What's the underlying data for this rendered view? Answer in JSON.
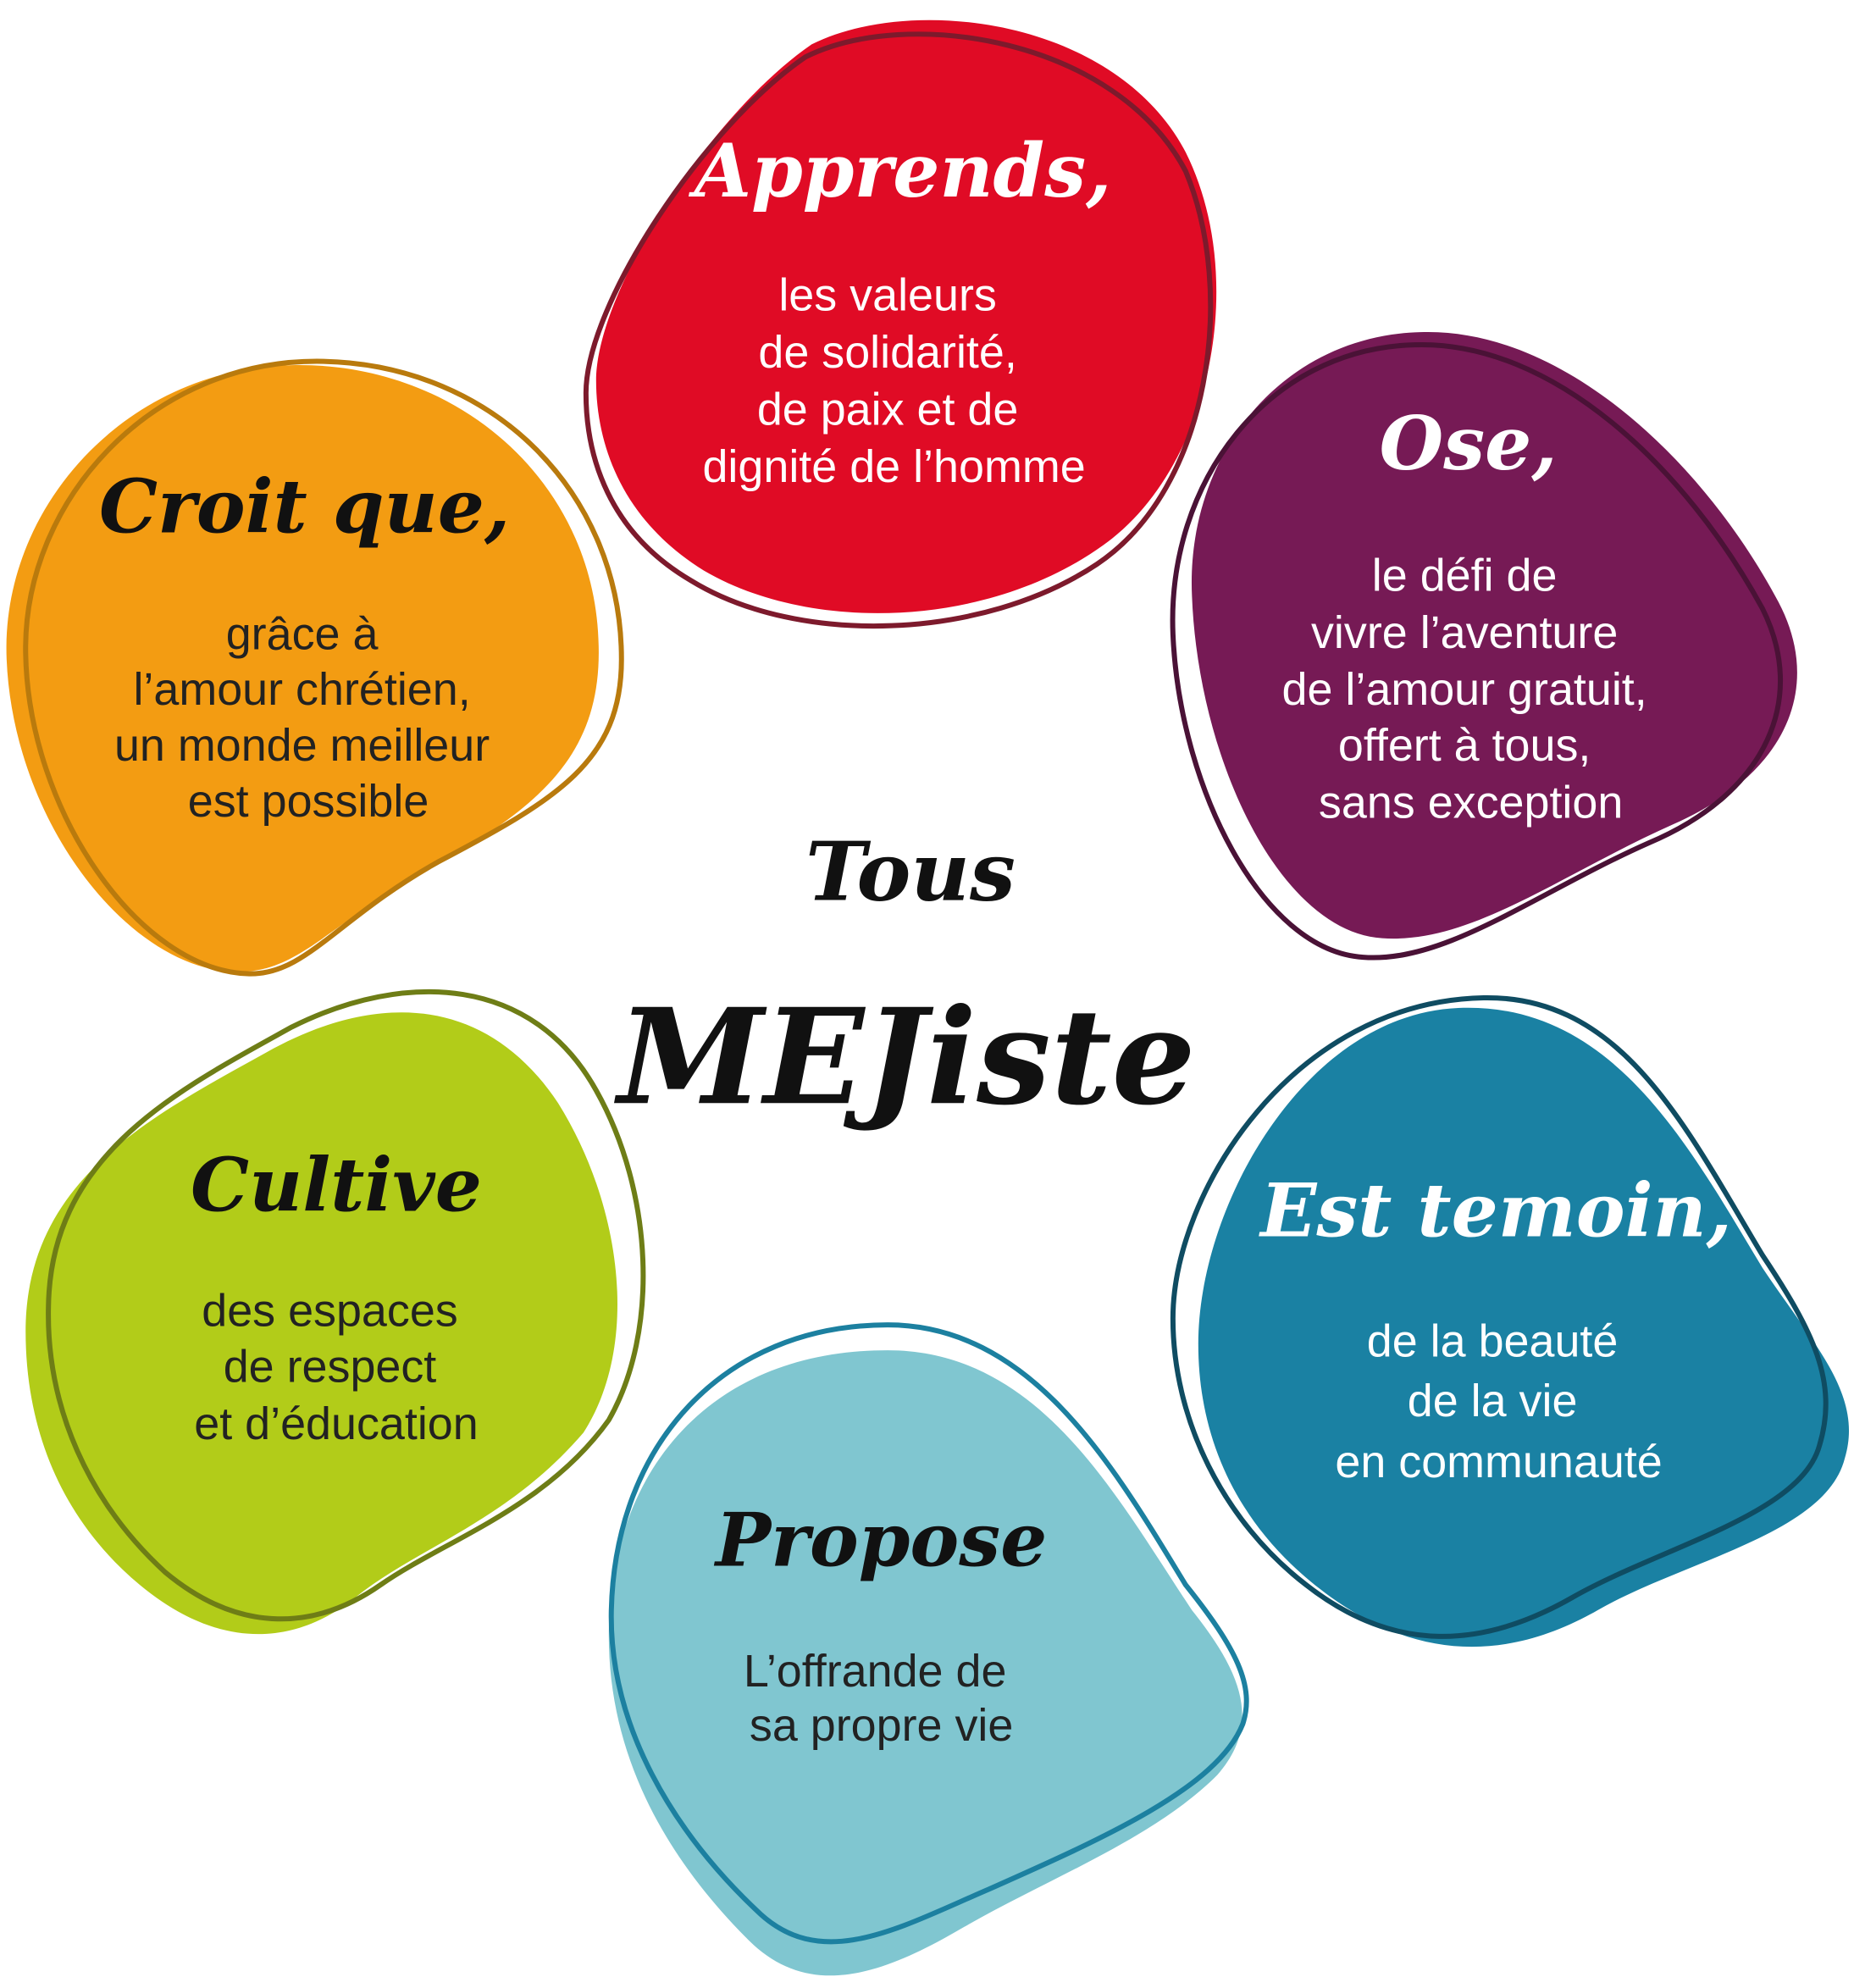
{
  "center": {
    "line1": "Tous",
    "line2": "MEJiste"
  },
  "colors": {
    "red": "#e00b25",
    "red_outline": "#7d1a2c",
    "purple": "#761a55",
    "purple_outline": "#4a1236",
    "orange": "#f39c12",
    "orange_outline": "#b97a0d",
    "green": "#b2cc19",
    "green_outline": "#6e7d16",
    "teal": "#1a81a3",
    "teal_outline": "#0f4c62",
    "lightblue": "#80c6d0",
    "lightblue_outline": "#1c80a0"
  },
  "petals": {
    "apprends": {
      "title": "Apprends,",
      "lines": [
        "les valeurs",
        "de solidarité,",
        "de paix et de",
        "dignité de l’homme"
      ]
    },
    "ose": {
      "title": "Ose,",
      "lines": [
        "le défi de",
        "vivre l’aventure",
        "de l’amour gratuit,",
        "offert à tous,",
        "sans exception"
      ]
    },
    "croit": {
      "title": "Croit que,",
      "lines": [
        "grâce à",
        "l’amour chrétien,",
        "un monde meilleur",
        "est possible"
      ]
    },
    "cultive": {
      "title": "Cultive",
      "lines": [
        "des espaces",
        "de respect",
        "et d’éducation"
      ]
    },
    "temoin": {
      "title": "Est temoin,",
      "lines": [
        "de la beauté",
        "de la vie",
        "en communauté"
      ]
    },
    "propose": {
      "title": "Propose",
      "lines": [
        "L’offrande de",
        "sa propre vie"
      ]
    }
  }
}
